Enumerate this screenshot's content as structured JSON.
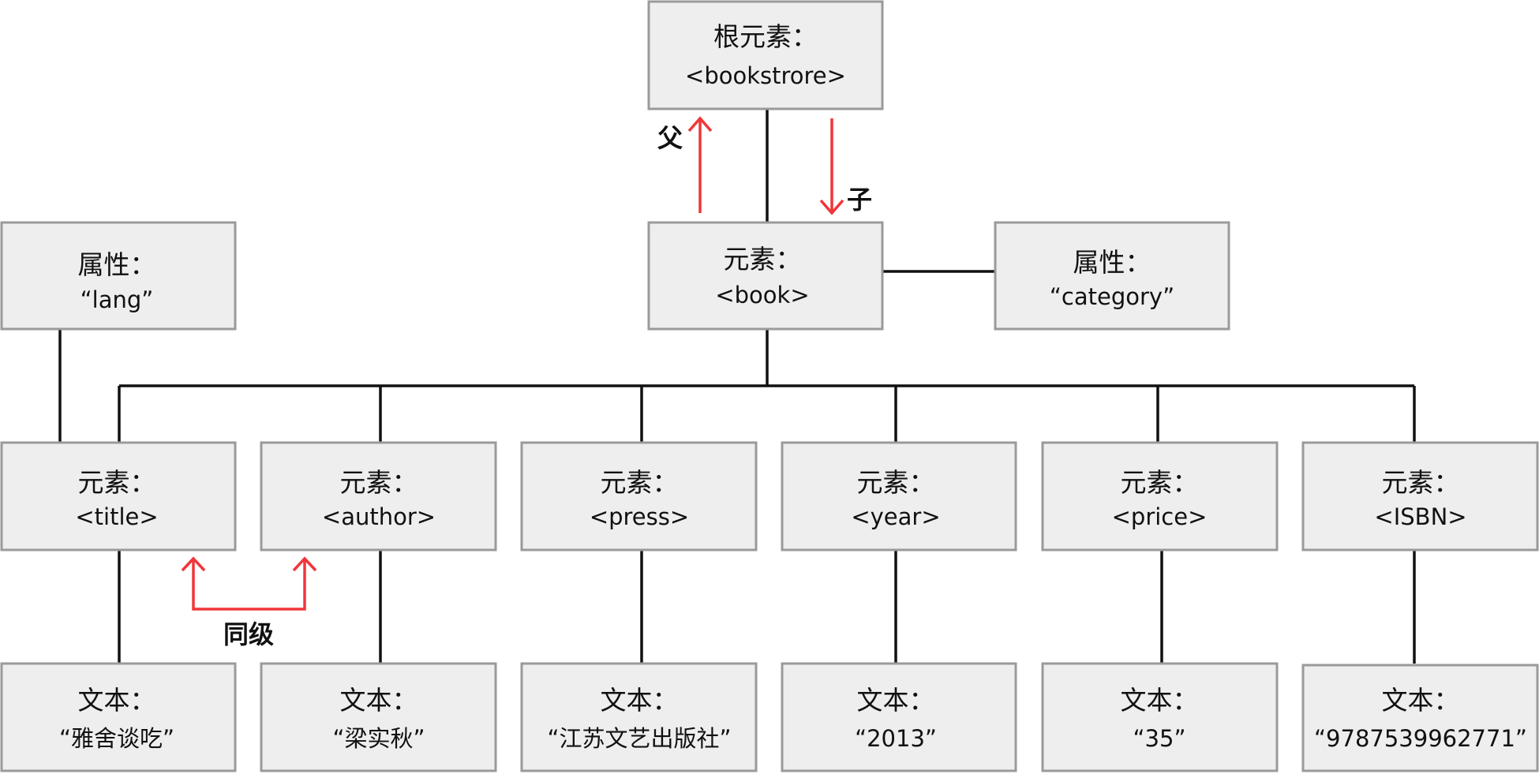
{
  "diagram": {
    "nodes": {
      "root": {
        "label": "根元素：",
        "value": "<bookstrore>"
      },
      "book": {
        "label": "元素：",
        "value": "<book>"
      },
      "attr_lang": {
        "label": "属性：",
        "value": "“lang”"
      },
      "attr_category": {
        "label": "属性：",
        "value": "“category”"
      },
      "el_title": {
        "label": "元素：",
        "value": "<title>"
      },
      "el_author": {
        "label": "元素：",
        "value": "<author>"
      },
      "el_press": {
        "label": "元素：",
        "value": "<press>"
      },
      "el_year": {
        "label": "元素：",
        "value": "<year>"
      },
      "el_price": {
        "label": "元素：",
        "value": "<price>"
      },
      "el_isbn": {
        "label": "元素：",
        "value": "<ISBN>"
      },
      "txt_title": {
        "label": "文本：",
        "value": "“雅舍谈吃”"
      },
      "txt_author": {
        "label": "文本：",
        "value": "“梁实秋”"
      },
      "txt_press": {
        "label": "文本：",
        "value": "“江苏文艺出版社”"
      },
      "txt_year": {
        "label": "文本：",
        "value": "“2013”"
      },
      "txt_price": {
        "label": "文本：",
        "value": "“35”"
      },
      "txt_isbn": {
        "label": "文本：",
        "value": "“9787539962771”"
      }
    },
    "relations": {
      "parent": "父",
      "child": "子",
      "sibling": "同级"
    },
    "colors": {
      "node_fill": "#eeeeee",
      "node_border": "#9a9a9a",
      "connector": "#111111",
      "relation_arrow": "#f0363a"
    }
  }
}
